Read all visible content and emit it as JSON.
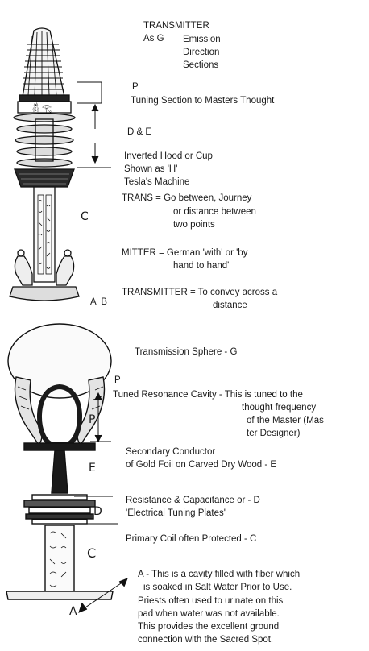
{
  "upper": {
    "transmitter_title": "TRANSMITTER",
    "as_g": "As G",
    "emission": "Emission",
    "direction": "Direction",
    "sections": "Sections",
    "p_letter": "P",
    "tuning_section": "Tuning Section to Masters Thought",
    "de_label": "D & E",
    "inverted_hood": "Inverted Hood or Cup",
    "shown_as_h": "Shown as 'H'",
    "teslas_machine": "Tesla's Machine",
    "trans_def_1": "TRANS = Go between, Journey",
    "trans_def_2": "or distance between",
    "trans_def_3": "two points",
    "c_letter": "C",
    "mitter_def_1": "MITTER = German 'with' or 'by",
    "mitter_def_2": "hand to hand'",
    "transmitter_def_1": "TRANSMITTER = To convey across a",
    "transmitter_def_2": "distance",
    "ab_label": "A  B"
  },
  "lower": {
    "sphere": "Transmission Sphere - G",
    "p_letter": "P",
    "p_side": "P",
    "cavity_1": "Tuned Resonance Cavity - This is tuned to the",
    "cavity_2": "thought frequency",
    "cavity_3": "of the Master (Mas",
    "cavity_4": "ter Designer)",
    "secondary_1": "Secondary Conductor",
    "secondary_2": "of Gold Foil on Carved Dry Wood - E",
    "e_letter": "E",
    "resistance_1": "Resistance & Capacitance or - D",
    "resistance_2": "'Electrical Tuning Plates'",
    "d_letter": "D",
    "primary": "Primary Coil often Protected - C",
    "c_letter": "C",
    "a_para_1": "A - This is a cavity filled with fiber which",
    "a_para_2": "is soaked in Salt Water Prior to Use.",
    "a_para_3": "Priests often used to urinate on this",
    "a_para_4": "pad when water was not available.",
    "a_para_5": "This provides the excellent ground",
    "a_para_6": "connection with the Sacred Spot.",
    "a_letter": "A"
  }
}
